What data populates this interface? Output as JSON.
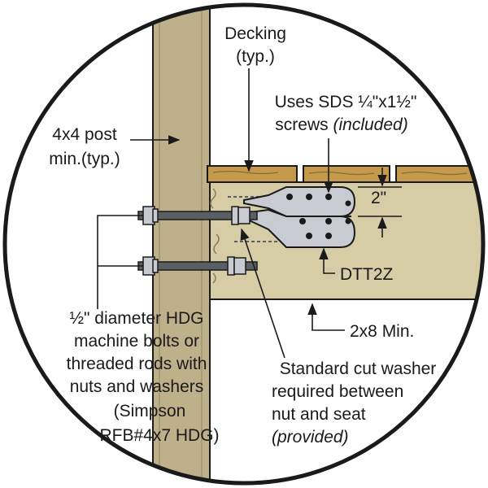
{
  "labels": {
    "decking_1": "Decking",
    "decking_2": "(typ.)",
    "screws_1": "Uses SDS ¼\"x1½\"",
    "screws_2a": "screws ",
    "screws_2b": "(included)",
    "post_1": "4x4 post",
    "post_2": "min.(typ.)",
    "dim": "2\"",
    "model": "DTT2Z",
    "joist": "2x8 Min.",
    "bolts_1": "½\" diameter HDG",
    "bolts_2": "machine bolts or",
    "bolts_3": "threaded rods with",
    "bolts_4": "nuts and washers",
    "bolts_5": "(Simpson",
    "bolts_6": "RFB#4x7 HDG)",
    "washer_1": "Standard cut washer",
    "washer_2": "required between",
    "washer_3": "nut and seat",
    "washer_4": "(provided)"
  },
  "colors": {
    "post": "#bdb08a",
    "post_dark": "#9c8f68",
    "decking": "#c59a4c",
    "decking_dark": "#8e6a2c",
    "joist": "#d6cca6",
    "steel": "#c8ccd2",
    "steel_dark": "#5a5f66",
    "line": "#1a1a1a"
  }
}
